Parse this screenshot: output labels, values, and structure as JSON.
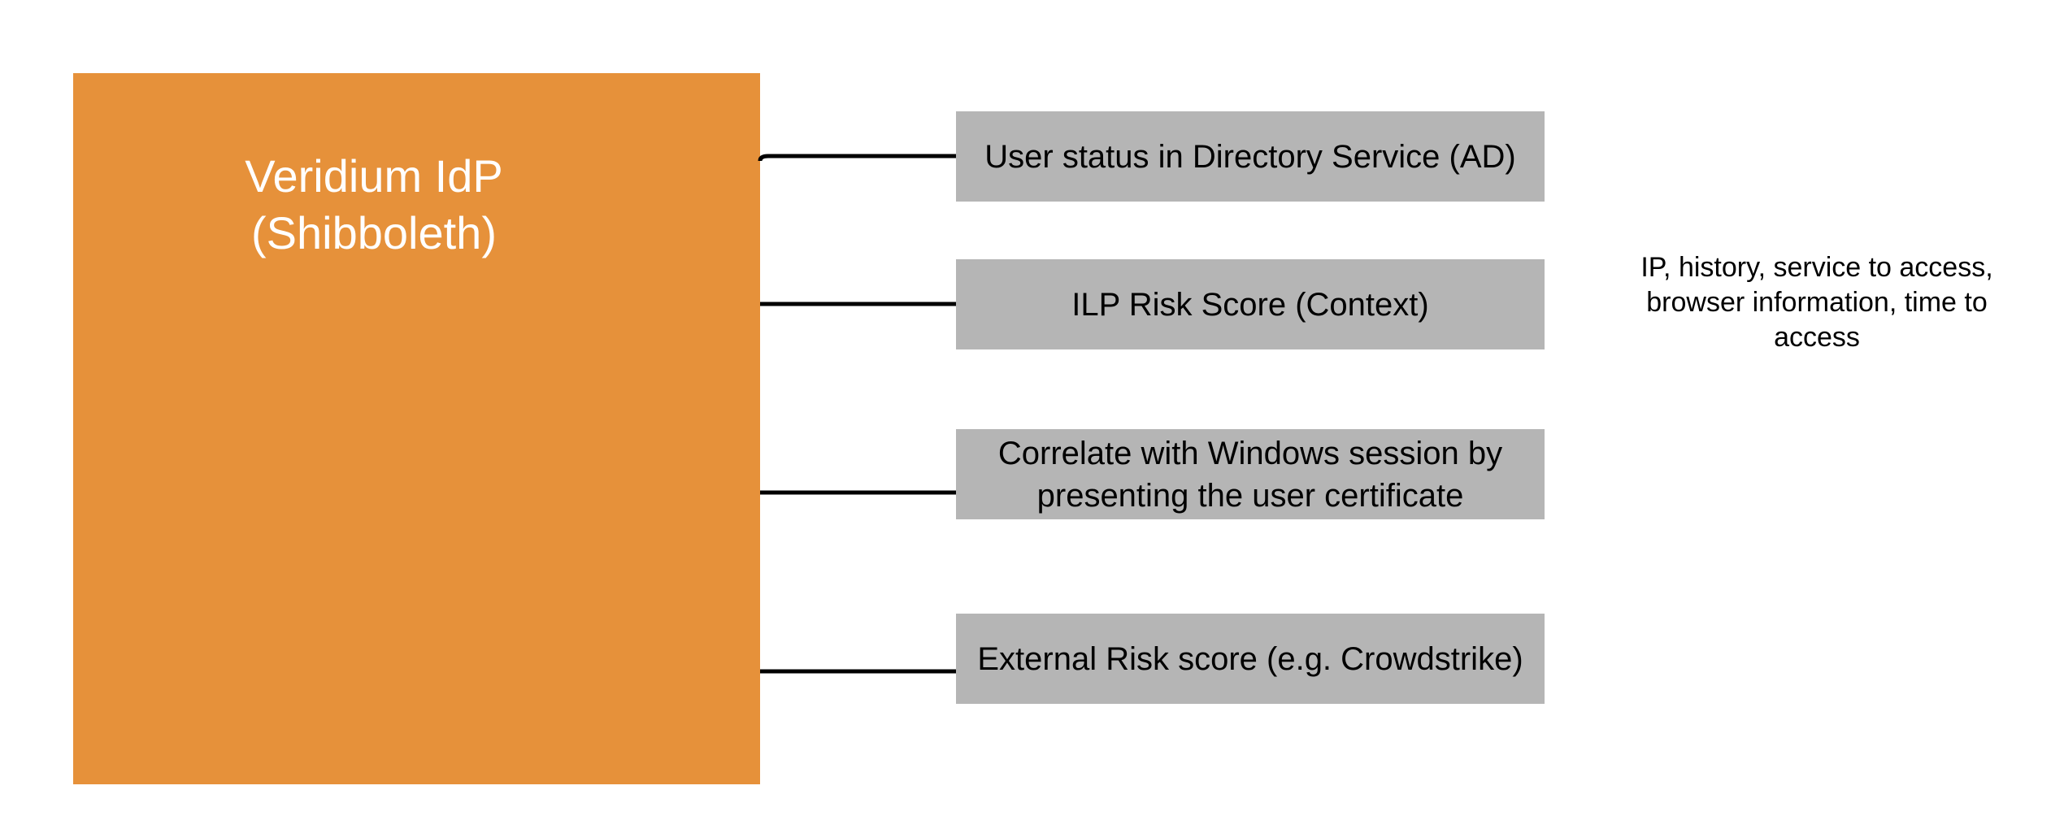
{
  "idp": {
    "title": "Veridium IdP\n(Shibboleth)"
  },
  "factors": [
    {
      "label": "User status in Directory Service (AD)"
    },
    {
      "label": "ILP Risk Score (Context)"
    },
    {
      "label": "Correlate with Windows session by presenting the user certificate"
    },
    {
      "label": "External Risk score (e.g. Crowdstrike)"
    }
  ],
  "context_note": "IP, history, service to access, browser information, time to access",
  "colors": {
    "idp_fill": "#E6913A",
    "idp_text": "#FFFFFF",
    "factor_fill": "#B5B5B5",
    "connector": "#000000"
  }
}
